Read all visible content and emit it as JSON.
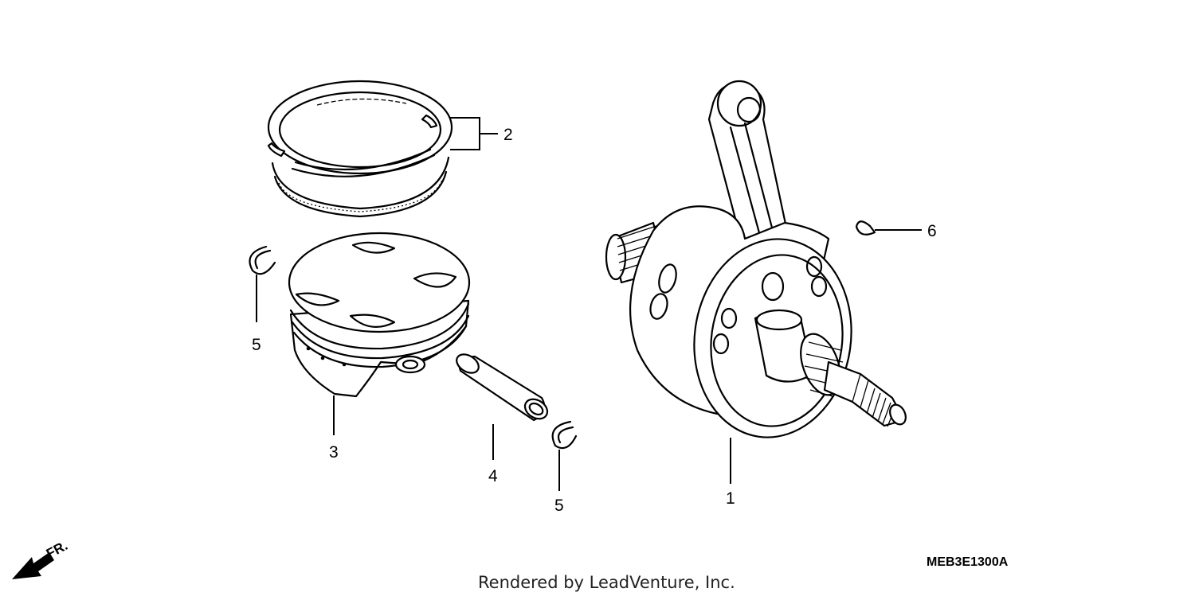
{
  "diagram": {
    "callouts": [
      {
        "id": "crankshaft",
        "label": "1"
      },
      {
        "id": "piston-ring-set",
        "label": "2"
      },
      {
        "id": "piston",
        "label": "3"
      },
      {
        "id": "piston-pin",
        "label": "4"
      },
      {
        "id": "piston-pin-clip-left",
        "label": "5"
      },
      {
        "id": "piston-pin-clip-right",
        "label": "5"
      },
      {
        "id": "woodruff-key",
        "label": "6"
      }
    ],
    "direction_label": "FR.",
    "diagram_code": "MEB3E1300A",
    "credit": "Rendered by LeadVenture, Inc."
  }
}
